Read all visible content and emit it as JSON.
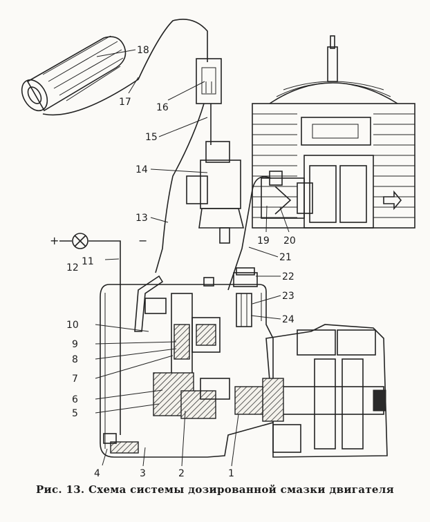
{
  "caption": "Рис. 13. Схема системы дозированной смазки двигателя",
  "labels": [
    "1",
    "2",
    "3",
    "4",
    "5",
    "6",
    "7",
    "8",
    "9",
    "10",
    "11",
    "12",
    "13",
    "14",
    "15",
    "16",
    "17",
    "18",
    "19",
    "20",
    "21",
    "22",
    "23",
    "24"
  ],
  "symbols": {
    "plus": "+",
    "minus": "−"
  }
}
